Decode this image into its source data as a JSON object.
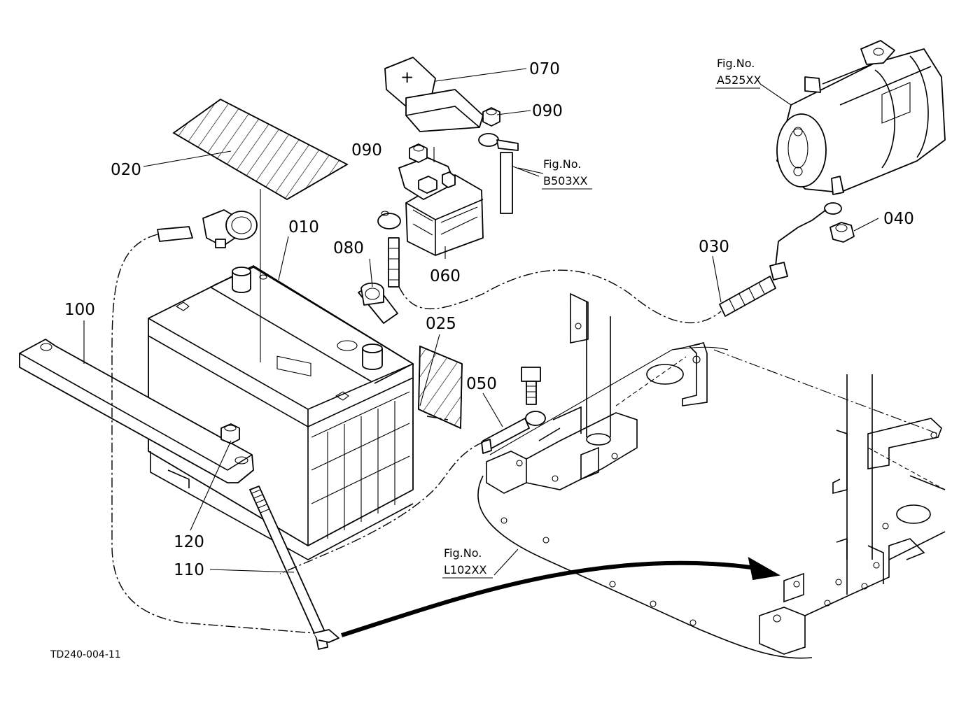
{
  "callouts": {
    "p010": "010",
    "p020": "020",
    "p025": "025",
    "p030": "030",
    "p040": "040",
    "p050": "050",
    "p060": "060",
    "p070": "070",
    "p080": "080",
    "p090a": "090",
    "p090b": "090",
    "p100": "100",
    "p110": "110",
    "p120": "120"
  },
  "figure_refs": {
    "a525": {
      "prefix": "Fig.No.",
      "code": "A525XX"
    },
    "b503": {
      "prefix": "Fig.No.",
      "code": "B503XX"
    },
    "l102": {
      "prefix": "Fig.No.",
      "code": "L102XX"
    }
  },
  "drawing_code": "TD240-004-11",
  "terminal_cover_symbol": "+"
}
